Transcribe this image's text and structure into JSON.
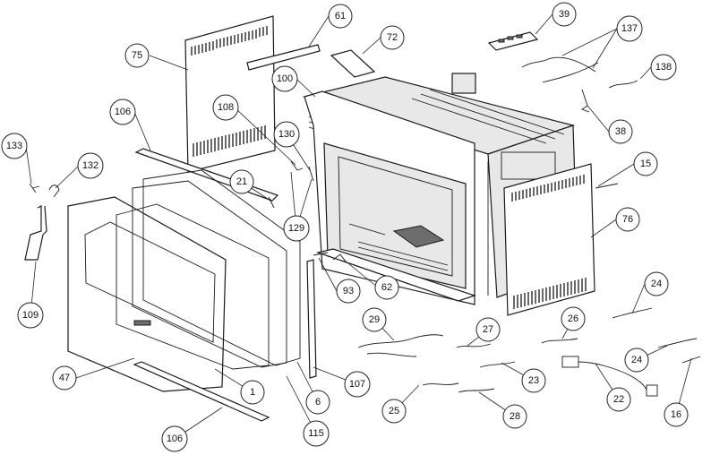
{
  "diagram": {
    "callouts": [
      {
        "id": "c61",
        "label": "61"
      },
      {
        "id": "c72",
        "label": "72"
      },
      {
        "id": "c39",
        "label": "39"
      },
      {
        "id": "c137",
        "label": "137"
      },
      {
        "id": "c75",
        "label": "75"
      },
      {
        "id": "c100",
        "label": "100"
      },
      {
        "id": "c138",
        "label": "138"
      },
      {
        "id": "c106a",
        "label": "106"
      },
      {
        "id": "c108",
        "label": "108"
      },
      {
        "id": "c130",
        "label": "130"
      },
      {
        "id": "c38",
        "label": "38"
      },
      {
        "id": "c133",
        "label": "133"
      },
      {
        "id": "c132",
        "label": "132"
      },
      {
        "id": "c21",
        "label": "21"
      },
      {
        "id": "c15",
        "label": "15"
      },
      {
        "id": "c76",
        "label": "76"
      },
      {
        "id": "c129",
        "label": "129"
      },
      {
        "id": "c24a",
        "label": "24"
      },
      {
        "id": "c109",
        "label": "109"
      },
      {
        "id": "c93",
        "label": "93"
      },
      {
        "id": "c62",
        "label": "62"
      },
      {
        "id": "c29",
        "label": "29"
      },
      {
        "id": "c26",
        "label": "26"
      },
      {
        "id": "c27",
        "label": "27"
      },
      {
        "id": "c24b",
        "label": "24"
      },
      {
        "id": "c47",
        "label": "47"
      },
      {
        "id": "c1",
        "label": "1"
      },
      {
        "id": "c107",
        "label": "107"
      },
      {
        "id": "c23",
        "label": "23"
      },
      {
        "id": "c22",
        "label": "22"
      },
      {
        "id": "c6",
        "label": "6"
      },
      {
        "id": "c25",
        "label": "25"
      },
      {
        "id": "c28",
        "label": "28"
      },
      {
        "id": "c16",
        "label": "16"
      },
      {
        "id": "c106b",
        "label": "106"
      },
      {
        "id": "c115",
        "label": "115"
      }
    ]
  }
}
